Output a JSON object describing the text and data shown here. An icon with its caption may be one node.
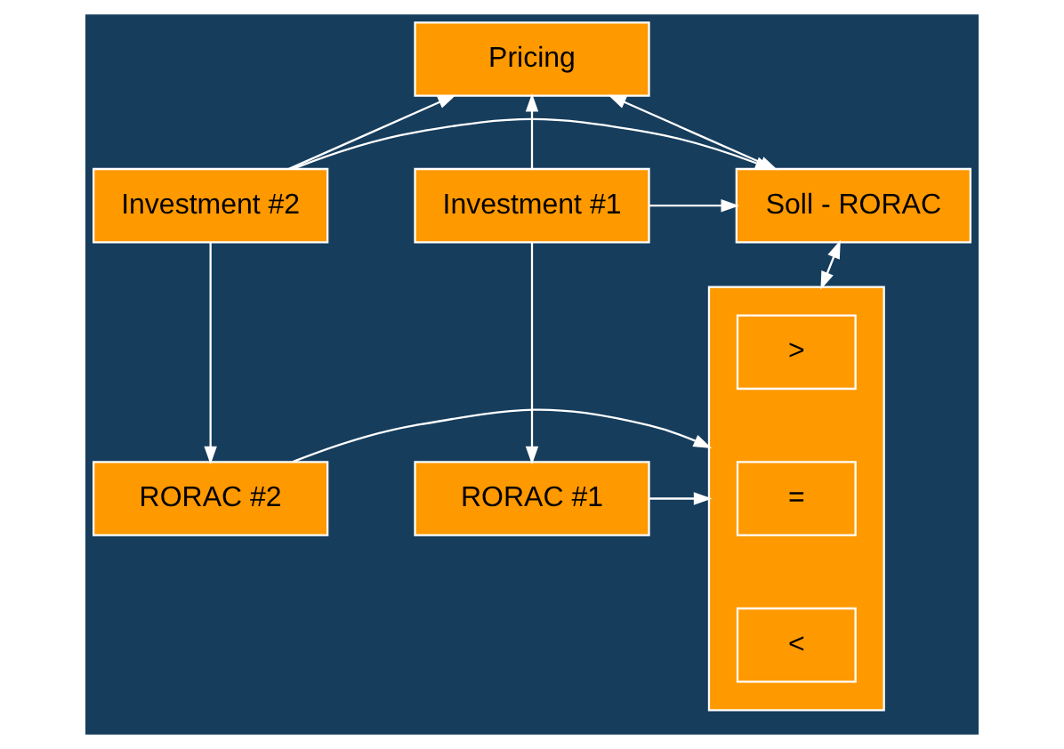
{
  "diagram": {
    "nodes": [
      {
        "text": [
          "Pricing"
        ]
      },
      {
        "text": [
          "Investment #1"
        ]
      },
      {
        "text": [
          "Soll - RORAC"
        ]
      },
      {
        "text": [
          "Investment #2"
        ]
      },
      {
        "text": [],
        "shape": "box"
      },
      {
        "text": [
          ">"
        ],
        "in": 4
      },
      {
        "text": [
          "RORAC #1"
        ]
      },
      {
        "text": [
          "="
        ],
        "in": 4
      },
      {
        "text": [
          "RORAC #2"
        ]
      },
      {
        "text": [
          "<"
        ],
        "in": 4
      }
    ],
    "edges": [
      {
        "from": 1,
        "to": 0,
        "arrow": "to"
      },
      {
        "from": 3,
        "to": 0,
        "arrow": "to"
      },
      {
        "from": 0,
        "to": 2,
        "arrow": "both"
      },
      {
        "from": 1,
        "to": 2,
        "arrow": "to"
      },
      {
        "from": 3,
        "to": 2,
        "arrow": "to"
      },
      {
        "from": 2,
        "to": 4,
        "arrow": "both"
      },
      {
        "from": 1,
        "to": 6,
        "arrow": "to"
      },
      {
        "from": 3,
        "to": 8,
        "arrow": "to"
      },
      {
        "from": 6,
        "to": 4,
        "arrow": "to"
      },
      {
        "from": 8,
        "to": 4,
        "arrow": "to"
      }
    ]
  }
}
